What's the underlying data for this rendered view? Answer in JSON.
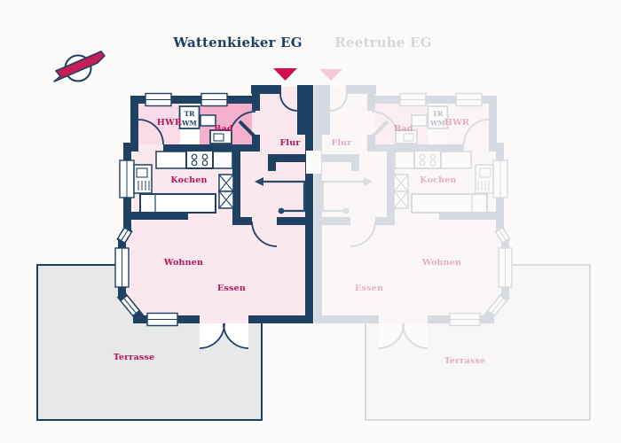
{
  "titles": {
    "active": "Wattenkieker EG",
    "inactive": "Reetruhe EG"
  },
  "rooms": {
    "hwr": "HWR",
    "tr": "TR",
    "wm": "WM",
    "bad": "Bad",
    "flur": "Flur",
    "kochen": "Kochen",
    "wohnen": "Wohnen",
    "essen": "Essen",
    "terrasse": "Terrasse"
  },
  "icons": {
    "compass": "compass-north-arrow",
    "entrance_marker_active": "entrance-arrow-down",
    "entrance_marker_inactive": "entrance-arrow-down-faded"
  },
  "colors": {
    "wall_navy": "#1e4164",
    "title_navy": "#1d3e63",
    "accent_crimson": "#ce0f52",
    "label_crimson": "#b4145a",
    "floor_pink": "#fbe7ee",
    "bad_pink": "#f6b0cc",
    "hwr_pink": "#fadce8",
    "terrace_gray": "#e7e8e8",
    "inactive_title_gray": "#d2d7db",
    "inactive_marker_pink": "#f6cbd8",
    "background": "#fcfbfa"
  }
}
